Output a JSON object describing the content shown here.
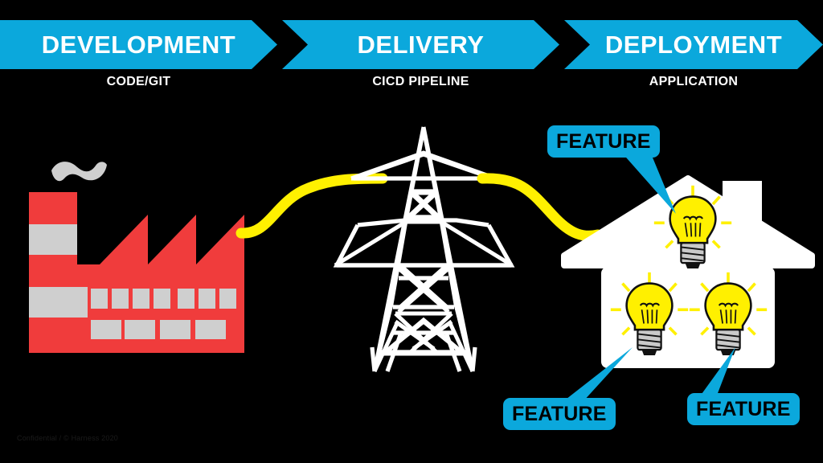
{
  "background_color": "#000000",
  "accent_color": "#0BA8DC",
  "factory_color": "#F03C3C",
  "cable_color": "#FFF000",
  "bulb_color": "#FFF000",
  "house_color": "#FFFFFF",
  "pylon_color": "#FFFFFF",
  "banner": {
    "stages": [
      {
        "title": "DEVELOPMENT",
        "subtitle": "CODE/GIT"
      },
      {
        "title": "DELIVERY",
        "subtitle": "CICD PIPELINE"
      },
      {
        "title": "DEPLOYMENT",
        "subtitle": "APPLICATION"
      }
    ]
  },
  "diagram": {
    "factory": {
      "name": "factory-icon",
      "smoke": "smoke-puff"
    },
    "pylon": {
      "name": "transmission-tower-icon"
    },
    "cables": [
      {
        "name": "cable-factory-to-pylon"
      },
      {
        "name": "cable-pylon-to-house"
      }
    ],
    "house": {
      "name": "house-icon",
      "chimney": "chimney"
    },
    "bulbs": [
      {
        "name": "light-bulb-roof"
      },
      {
        "name": "light-bulb-left"
      },
      {
        "name": "light-bulb-right"
      }
    ]
  },
  "callouts": [
    {
      "id": "roof",
      "label": "FEATURE"
    },
    {
      "id": "left",
      "label": "FEATURE"
    },
    {
      "id": "right",
      "label": "FEATURE"
    }
  ],
  "footer": {
    "text": "Confidential / © Harness 2020"
  }
}
